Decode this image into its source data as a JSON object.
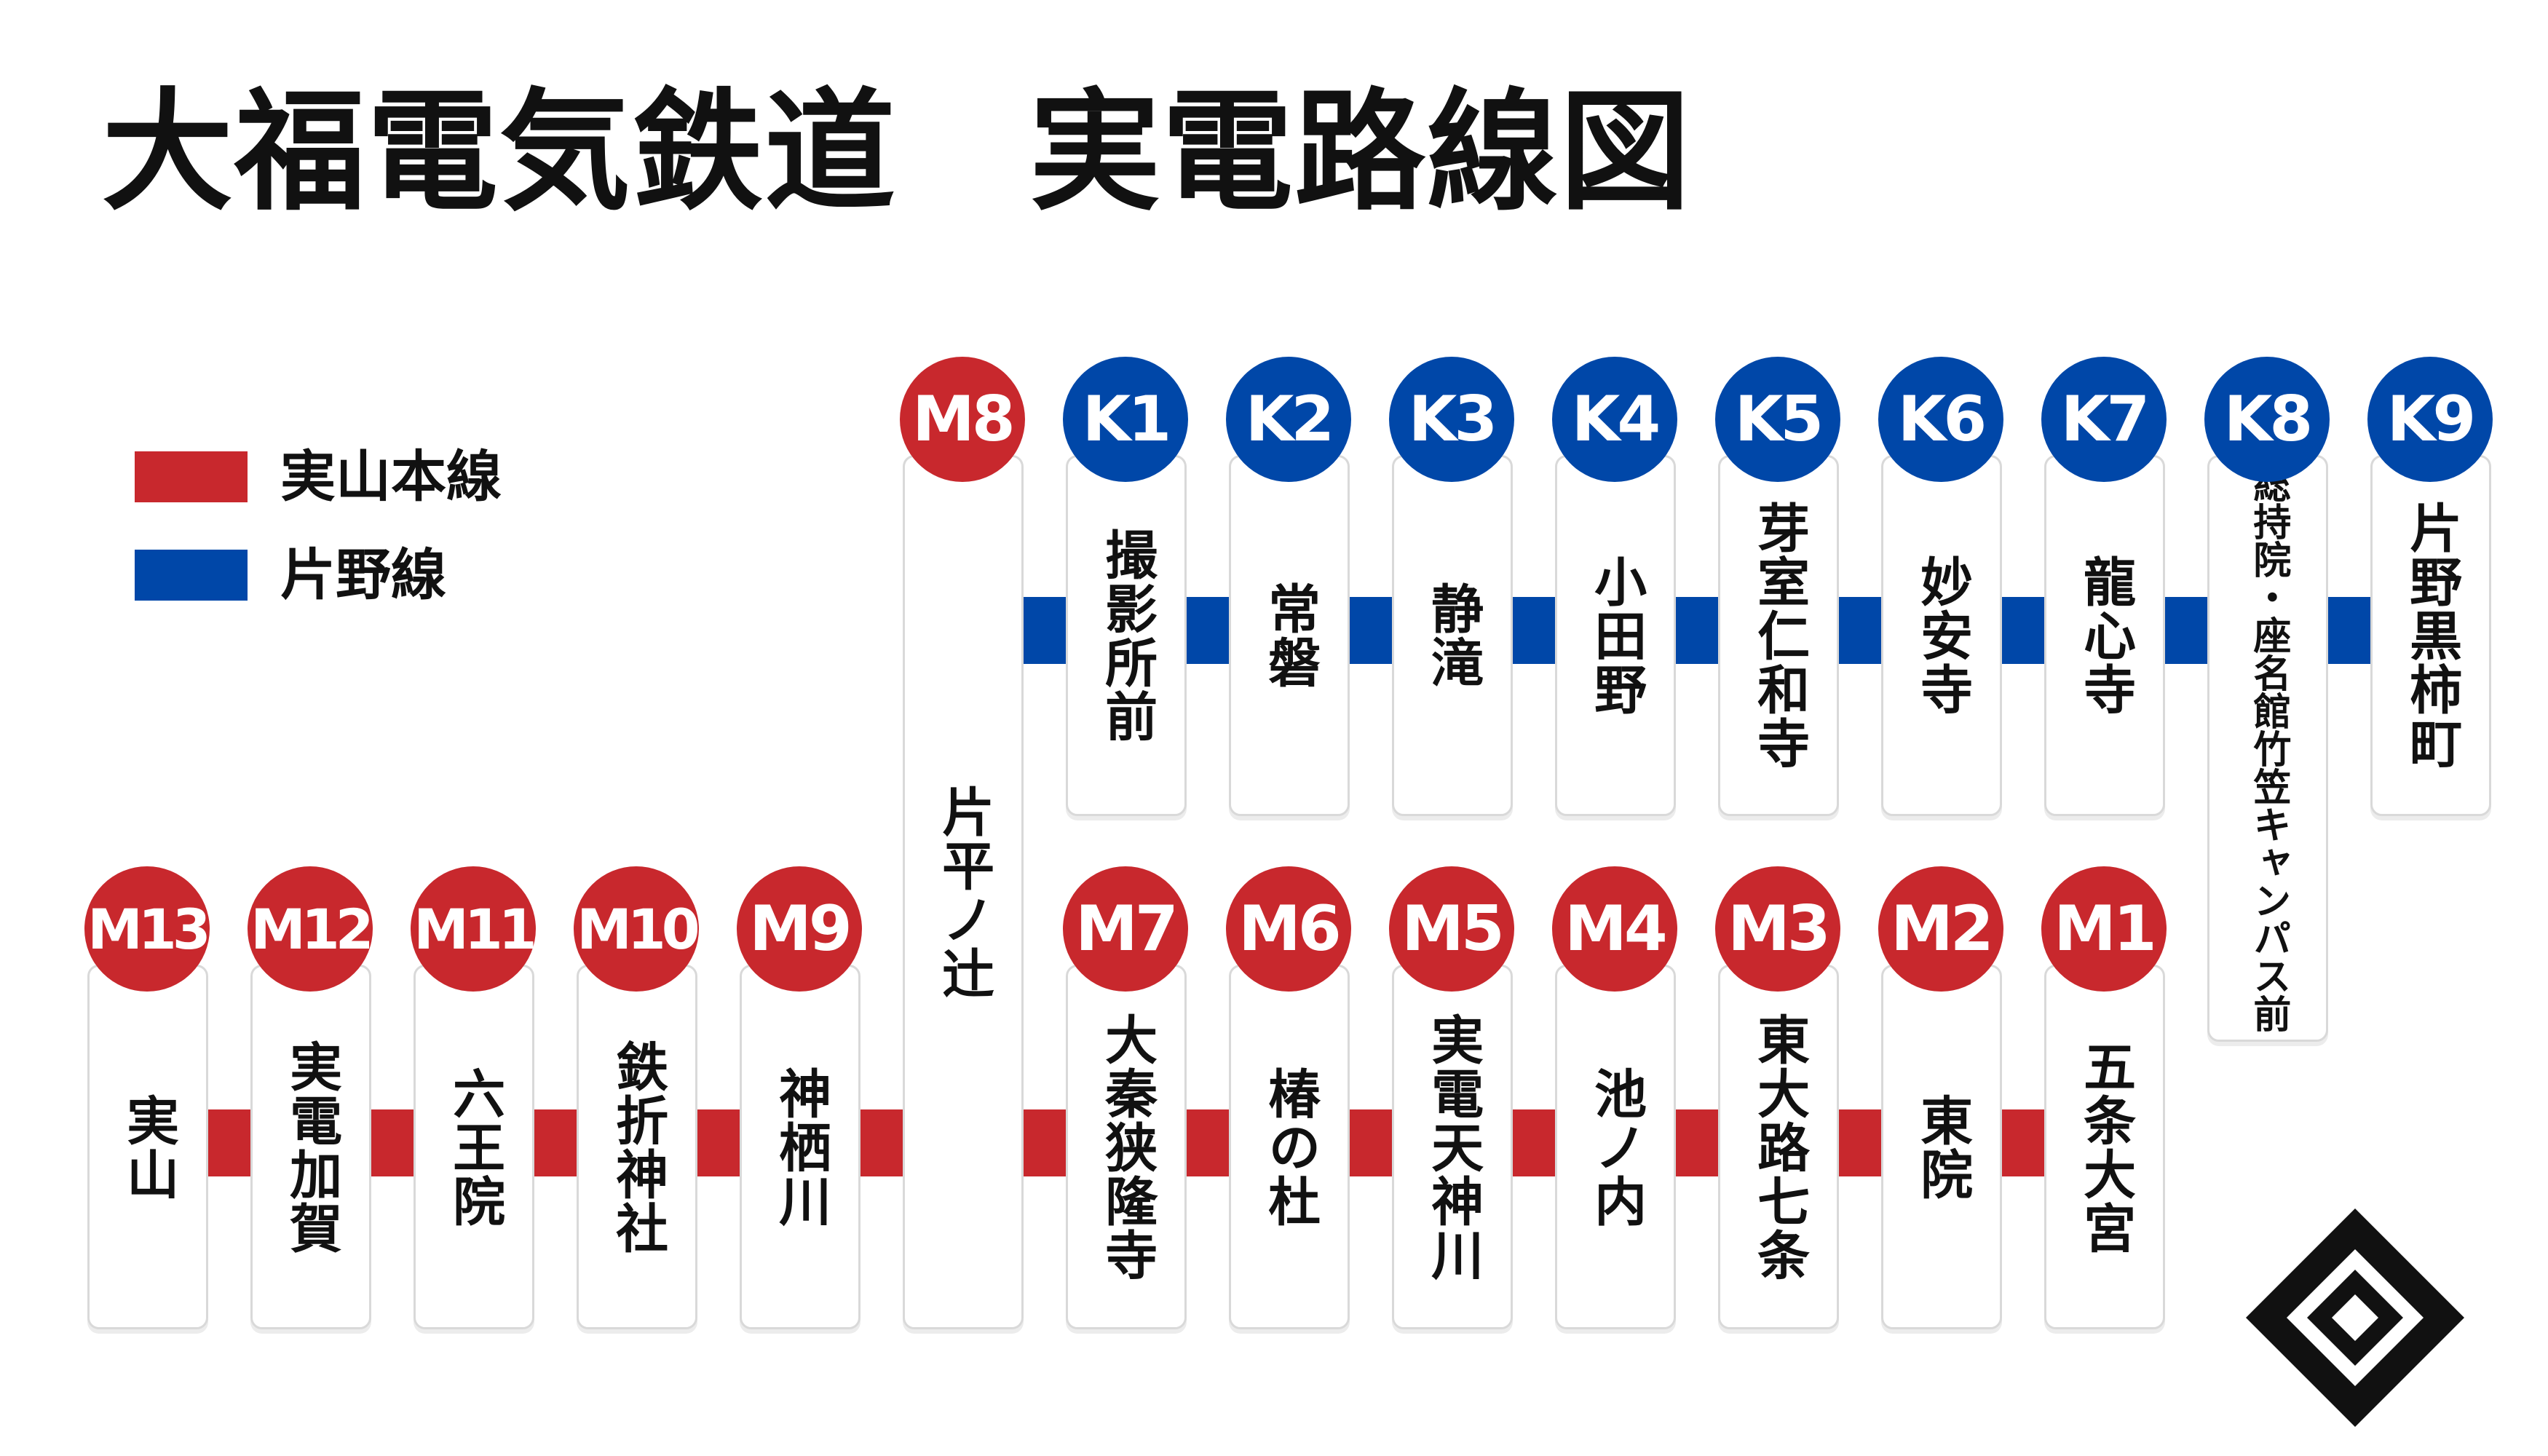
{
  "title": "大福電気鉄道　実電路線図",
  "colors": {
    "red": "#c8282d",
    "blue": "#0047a8"
  },
  "legend": [
    {
      "label": "実山本線",
      "color": "#c8282d"
    },
    {
      "label": "片野線",
      "color": "#0047a8"
    }
  ],
  "stations": {
    "M1": {
      "code": "M1",
      "name": "五条大宮",
      "line": "実山本線"
    },
    "M2": {
      "code": "M2",
      "name": "東院",
      "line": "実山本線"
    },
    "M3": {
      "code": "M3",
      "name": "東大路七条",
      "line": "実山本線"
    },
    "M4": {
      "code": "M4",
      "name": "池ノ内",
      "line": "実山本線"
    },
    "M5": {
      "code": "M5",
      "name": "実電天神川",
      "line": "実山本線"
    },
    "M6": {
      "code": "M6",
      "name": "椿の杜",
      "line": "実山本線"
    },
    "M7": {
      "code": "M7",
      "name": "大秦狭隆寺",
      "line": "実山本線"
    },
    "M8": {
      "code": "M8",
      "name": "片平ノ辻",
      "line": "実山本線"
    },
    "M9": {
      "code": "M9",
      "name": "神栖川",
      "line": "実山本線"
    },
    "M10": {
      "code": "M10",
      "name": "鉄折神社",
      "line": "実山本線"
    },
    "M11": {
      "code": "M11",
      "name": "六王院",
      "line": "実山本線"
    },
    "M12": {
      "code": "M12",
      "name": "実電加賀",
      "line": "実山本線"
    },
    "M13": {
      "code": "M13",
      "name": "実山",
      "line": "実山本線"
    },
    "K1": {
      "code": "K1",
      "name": "撮影所前",
      "line": "片野線"
    },
    "K2": {
      "code": "K2",
      "name": "常磐",
      "line": "片野線"
    },
    "K3": {
      "code": "K3",
      "name": "静滝",
      "line": "片野線"
    },
    "K4": {
      "code": "K4",
      "name": "小田野",
      "line": "片野線"
    },
    "K5": {
      "code": "K5",
      "name": "芽室仁和寺",
      "line": "片野線"
    },
    "K6": {
      "code": "K6",
      "name": "妙安寺",
      "line": "片野線"
    },
    "K7": {
      "code": "K7",
      "name": "龍心寺",
      "line": "片野線"
    },
    "K8": {
      "code": "K8",
      "name": "総持院・座名館竹笠キャンパス前",
      "line": "片野線"
    },
    "K9": {
      "code": "K9",
      "name": "片野黒柿町",
      "line": "片野線"
    }
  },
  "logo_icon": "diamond-crest-icon"
}
